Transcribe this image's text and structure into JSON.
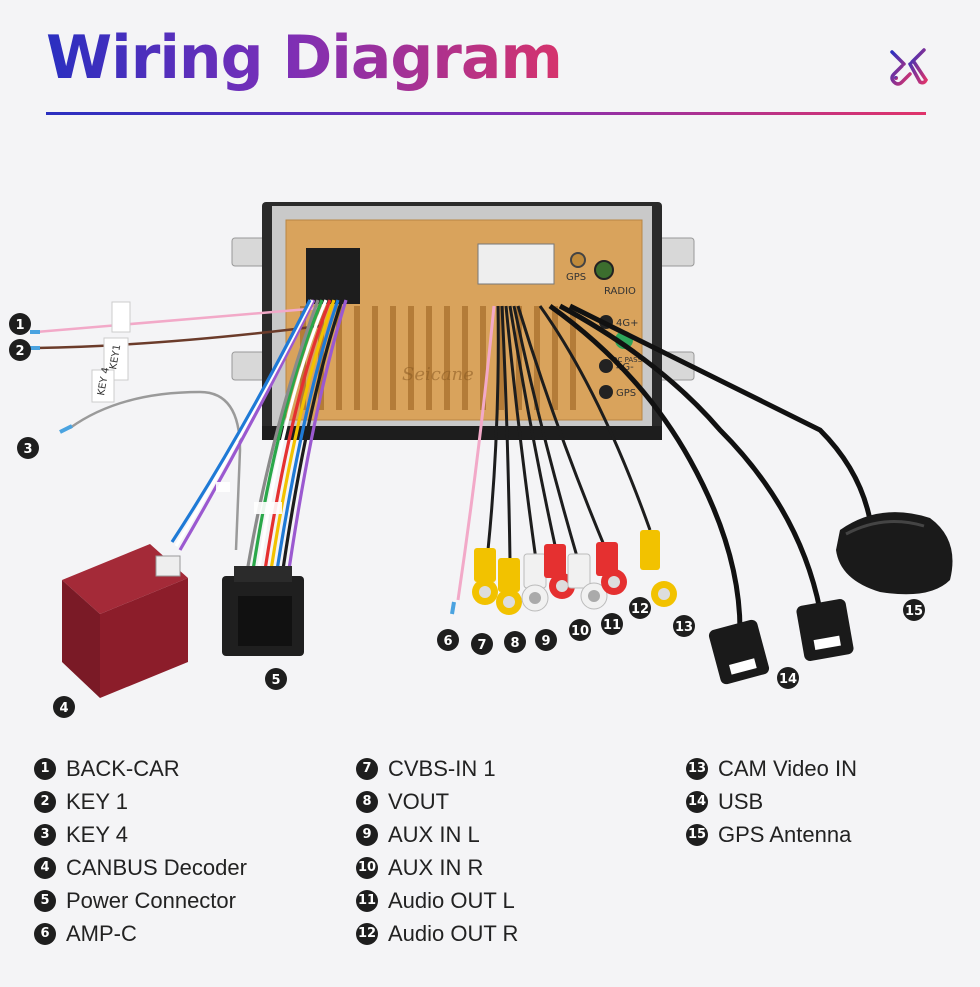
{
  "header": {
    "title": "Wiring Diagram",
    "icon": "wrench-screwdriver-icon"
  },
  "device": {
    "brand_watermark": "Seicane",
    "port_labels": [
      "GPS",
      "RADIO",
      "4G+",
      "4G-",
      "GPS"
    ],
    "badge": "QC PASS"
  },
  "callouts": [
    "1",
    "2",
    "3",
    "4",
    "5",
    "6",
    "7",
    "8",
    "9",
    "10",
    "11",
    "12",
    "13",
    "14",
    "15"
  ],
  "tags": {
    "key1": "KEY1",
    "key4": "KEY 4"
  },
  "legend": {
    "col1": [
      {
        "num": "1",
        "label": "BACK-CAR"
      },
      {
        "num": "2",
        "label": "KEY 1"
      },
      {
        "num": "3",
        "label": "KEY 4"
      },
      {
        "num": "4",
        "label": "CANBUS Decoder"
      },
      {
        "num": "5",
        "label": "Power Connector"
      },
      {
        "num": "6",
        "label": "AMP-C"
      }
    ],
    "col2": [
      {
        "num": "7",
        "label": "CVBS-IN 1"
      },
      {
        "num": "8",
        "label": "VOUT"
      },
      {
        "num": "9",
        "label": "AUX IN L"
      },
      {
        "num": "10",
        "label": "AUX IN R"
      },
      {
        "num": "11",
        "label": "Audio OUT L"
      },
      {
        "num": "12",
        "label": "Audio OUT R"
      }
    ],
    "col3": [
      {
        "num": "13",
        "label": "CAM Video IN"
      },
      {
        "num": "14",
        "label": "USB"
      },
      {
        "num": "15",
        "label": "GPS Antenna"
      }
    ]
  },
  "colors": {
    "title_start": "#2a2fc0",
    "title_end": "#e0336a",
    "callout": "#1e1e1e",
    "unit_gold": "#d9a35c",
    "rca_yellow": "#f2c200",
    "rca_white": "#f1f1f1",
    "rca_red": "#e53030",
    "decoder_red": "#8c1d2a"
  }
}
